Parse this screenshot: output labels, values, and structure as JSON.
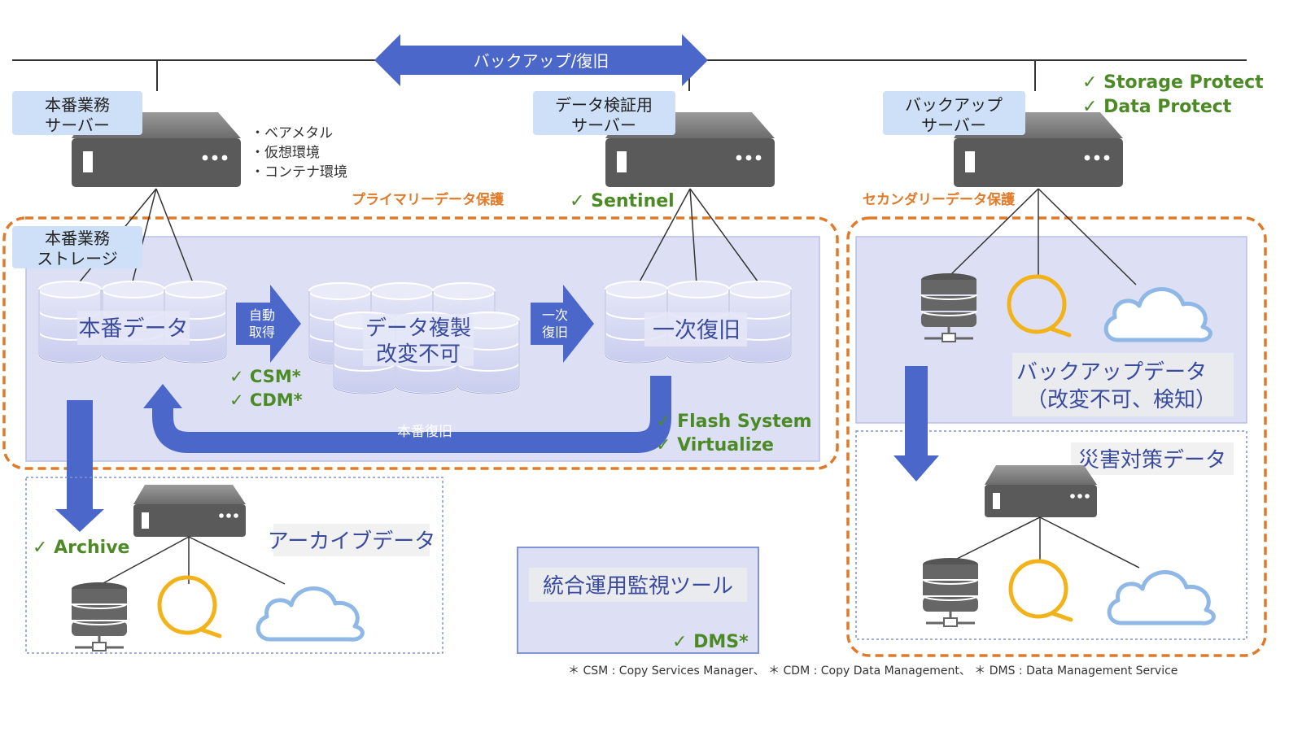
{
  "top_arrow": {
    "label": "バックアップ/復旧"
  },
  "servers": {
    "production": {
      "line1": "本番業務",
      "line2": "サーバー",
      "notes": [
        "・ベアメタル",
        "・仮想環境",
        "・コンテナ環境"
      ]
    },
    "verification": {
      "line1": "データ検証用",
      "line2": "サーバー"
    },
    "backup": {
      "line1": "バックアップ",
      "line2": "サーバー"
    }
  },
  "backup_products": [
    "✓ Storage Protect",
    "✓ Data Protect"
  ],
  "sentinel": "✓ Sentinel",
  "primary": {
    "title": "プライマリーデータ保護",
    "storage_line1": "本番業務",
    "storage_line2": "ストレージ",
    "production_data": "本番データ",
    "auto_line1": "自動",
    "auto_line2": "取得",
    "replica_line1": "データ複製",
    "replica_line2": "改変不可",
    "recovery_line1": "一次",
    "recovery_line2": "復旧",
    "first_recovery": "一次復旧",
    "restore_label": "本番復旧",
    "tags_left": [
      "✓ CSM*",
      "✓ CDM*"
    ],
    "tags_right": [
      "✓ Flash System",
      "✓ Virtualize"
    ]
  },
  "secondary": {
    "title": "セカンダリーデータ保護",
    "backup_line1": "バックアップデータ",
    "backup_line2": "（改変不可、検知）",
    "dr": "災害対策データ"
  },
  "archive": {
    "tag": "✓ Archive",
    "label": "アーカイブデータ"
  },
  "monitor": {
    "label": "統合運用監視ツール",
    "tag": "✓ DMS*"
  },
  "footnote": "＊ CSM : Copy Services Manager、 ＊ CDM : Copy Data Management、 ＊ DMS : Data Management Service",
  "colors": {
    "arrow": "#4a67c9",
    "green": "#4c8a26",
    "orange": "#e07a28",
    "panel": "#dde0f5",
    "label_box": "#cde0f7",
    "server": "#5b5b5b",
    "tape": "#f2b31a",
    "cloud": "#8fb8e6"
  }
}
